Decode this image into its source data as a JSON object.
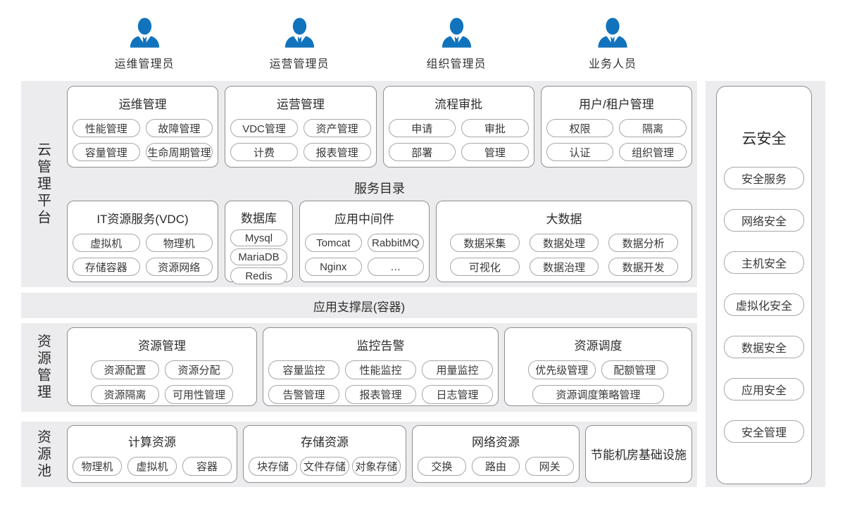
{
  "colors": {
    "accent_blue": "#1273bd",
    "band_background": "#ececee",
    "box_border": "#8f8f91",
    "pill_border": "#a7a7a7",
    "text": "#2f2f2f"
  },
  "actors": {
    "items": [
      "运维管理员",
      "运营管理员",
      "组织管理员",
      "业务人员"
    ]
  },
  "cloud_mgmt": {
    "side_label": "云管理平台",
    "boxes": [
      {
        "title": "运维管理",
        "items": [
          "性能管理",
          "故障管理",
          "容量管理",
          "生命周期管理"
        ]
      },
      {
        "title": "运营管理",
        "items": [
          "VDC管理",
          "资产管理",
          "计费",
          "报表管理"
        ]
      },
      {
        "title": "流程审批",
        "items": [
          "申请",
          "审批",
          "部署",
          "管理"
        ]
      },
      {
        "title": "用户/租户管理",
        "items": [
          "权限",
          "隔离",
          "认证",
          "组织管理"
        ]
      }
    ],
    "catalog_title": "服务目录",
    "catalog_boxes": [
      {
        "title": "IT资源服务(VDC)",
        "items": [
          "虚拟机",
          "物理机",
          "存储容器",
          "资源网络"
        ]
      },
      {
        "title": "数据库",
        "items": [
          "Mysql",
          "MariaDB",
          "Redis"
        ]
      },
      {
        "title": "应用中间件",
        "items": [
          "Tomcat",
          "RabbitMQ",
          "Nginx",
          "…"
        ]
      },
      {
        "title": "大数据",
        "items": [
          "数据采集",
          "数据处理",
          "数据分析",
          "可视化",
          "数据治理",
          "数据开发"
        ]
      }
    ]
  },
  "app_support": {
    "label": "应用支撑层(容器)"
  },
  "resource_mgmt": {
    "side_label": "资源管理",
    "boxes": [
      {
        "title": "资源管理",
        "items": [
          "资源配置",
          "资源分配",
          "资源隔离",
          "可用性管理"
        ]
      },
      {
        "title": "监控告警",
        "items": [
          "容量监控",
          "性能监控",
          "用量监控",
          "告警管理",
          "报表管理",
          "日志管理"
        ]
      },
      {
        "title": "资源调度",
        "items": [
          "优先级管理",
          "配额管理"
        ],
        "wide_item": "资源调度策略管理"
      }
    ]
  },
  "resource_pool": {
    "side_label": "资源池",
    "boxes": [
      {
        "title": "计算资源",
        "items": [
          "物理机",
          "虚拟机",
          "容器"
        ]
      },
      {
        "title": "存储资源",
        "items": [
          "块存储",
          "文件存储",
          "对象存储"
        ]
      },
      {
        "title": "网络资源",
        "items": [
          "交换",
          "路由",
          "网关"
        ]
      }
    ],
    "infra_label": "节能机房基础设施"
  },
  "security": {
    "title": "云安全",
    "items": [
      "安全服务",
      "网络安全",
      "主机安全",
      "虚拟化安全",
      "数据安全",
      "应用安全",
      "安全管理"
    ]
  }
}
